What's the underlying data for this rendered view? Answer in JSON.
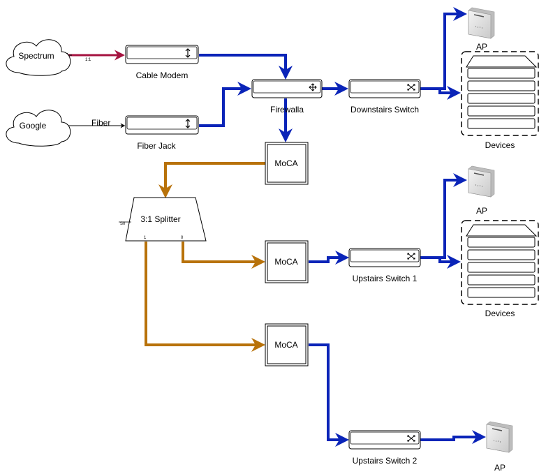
{
  "nodes": {
    "spectrum": "Spectrum",
    "google": "Google",
    "cable_modem": "Cable Modem",
    "fiber_jack": "Fiber Jack",
    "firewalla": "Firewalla",
    "downstairs_switch": "Downstairs Switch",
    "upstairs_switch_1": "Upstairs Switch 1",
    "upstairs_switch_2": "Upstairs Switch 2",
    "moca_top": "MoCA",
    "moca_mid": "MoCA",
    "moca_bottom": "MoCA",
    "splitter": "3:1 Splitter",
    "splitter_port_s0": "S0",
    "splitter_port_1": "1",
    "splitter_port_0": "0",
    "ap_top": "AP",
    "ap_mid": "AP",
    "ap_bottom": "AP",
    "devices_top": "Devices",
    "devices_mid": "Devices"
  },
  "edges": {
    "spectrum_link": "1:1",
    "google_link": "Fiber"
  },
  "colors": {
    "ethernet": "#0a24b8",
    "coax": "#b8720a",
    "spectrum_link": "#a5123f",
    "stroke": "#000000"
  }
}
